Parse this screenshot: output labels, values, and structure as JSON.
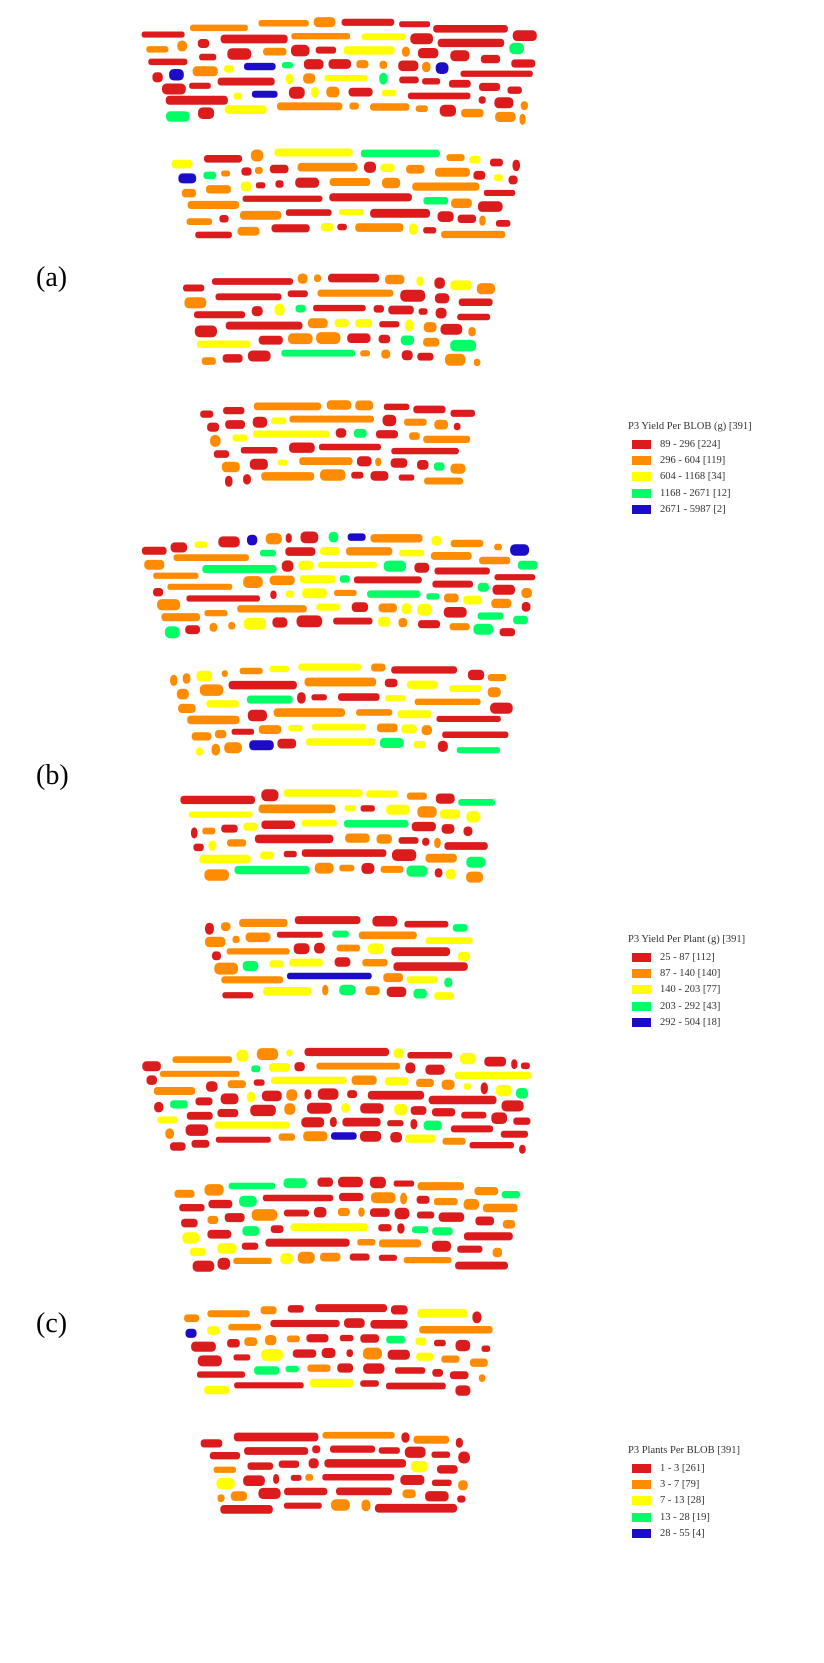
{
  "panels": [
    {
      "label": "(a)",
      "legend_title": "P3 Yield Per BLOB (g) [391]",
      "classes": [
        {
          "text": "89 - 296  [224]",
          "color": "#dc1c1c"
        },
        {
          "text": "296 - 604  [119]",
          "color": "#ff8c00"
        },
        {
          "text": "604 - 1168  [34]",
          "color": "#ffff00"
        },
        {
          "text": "1168 - 2671  [12]",
          "color": "#00ff66"
        },
        {
          "text": "2671 - 5987  [2]",
          "color": "#1c0cc8"
        }
      ]
    },
    {
      "label": "(b)",
      "legend_title": "P3 Yield Per Plant (g) [391]",
      "classes": [
        {
          "text": "25 - 87  [112]",
          "color": "#dc1c1c"
        },
        {
          "text": "87 - 140  [140]",
          "color": "#ff8c00"
        },
        {
          "text": "140 - 203  [77]",
          "color": "#ffff00"
        },
        {
          "text": "203 - 292  [43]",
          "color": "#00ff66"
        },
        {
          "text": "292 - 504  [18]",
          "color": "#1c0cc8"
        }
      ]
    },
    {
      "label": "(c)",
      "legend_title": "P3 Plants Per BLOB [391]",
      "classes": [
        {
          "text": "1 - 3  [261]",
          "color": "#dc1c1c"
        },
        {
          "text": "3 - 7  [79]",
          "color": "#ff8c00"
        },
        {
          "text": "7 - 13  [28]",
          "color": "#ffff00"
        },
        {
          "text": "13 - 28  [19]",
          "color": "#00ff66"
        },
        {
          "text": "28 - 55  [4]",
          "color": "#1c0cc8"
        }
      ]
    }
  ]
}
